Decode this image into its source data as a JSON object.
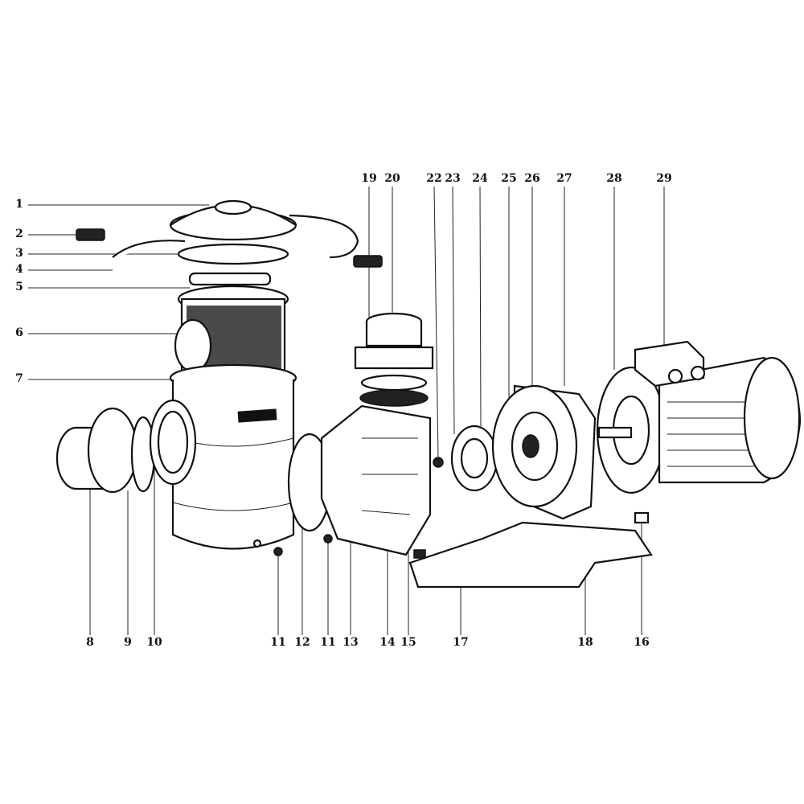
{
  "diagram": {
    "type": "exploded-parts-view",
    "labels": {
      "p1": "1",
      "p2": "2",
      "p3": "3",
      "p4": "4",
      "p5": "5",
      "p6": "6",
      "p7": "7",
      "p8": "8",
      "p9": "9",
      "p10": "10",
      "p11a": "11",
      "p12": "12",
      "p11b": "11",
      "p13": "13",
      "p14": "14",
      "p15": "15",
      "p17": "17",
      "p18": "18",
      "p16": "16",
      "p19": "19",
      "p20": "20",
      "p22": "22",
      "p23": "23",
      "p24": "24",
      "p25": "25",
      "p26": "26",
      "p27": "27",
      "p28": "28",
      "p29": "29"
    }
  }
}
